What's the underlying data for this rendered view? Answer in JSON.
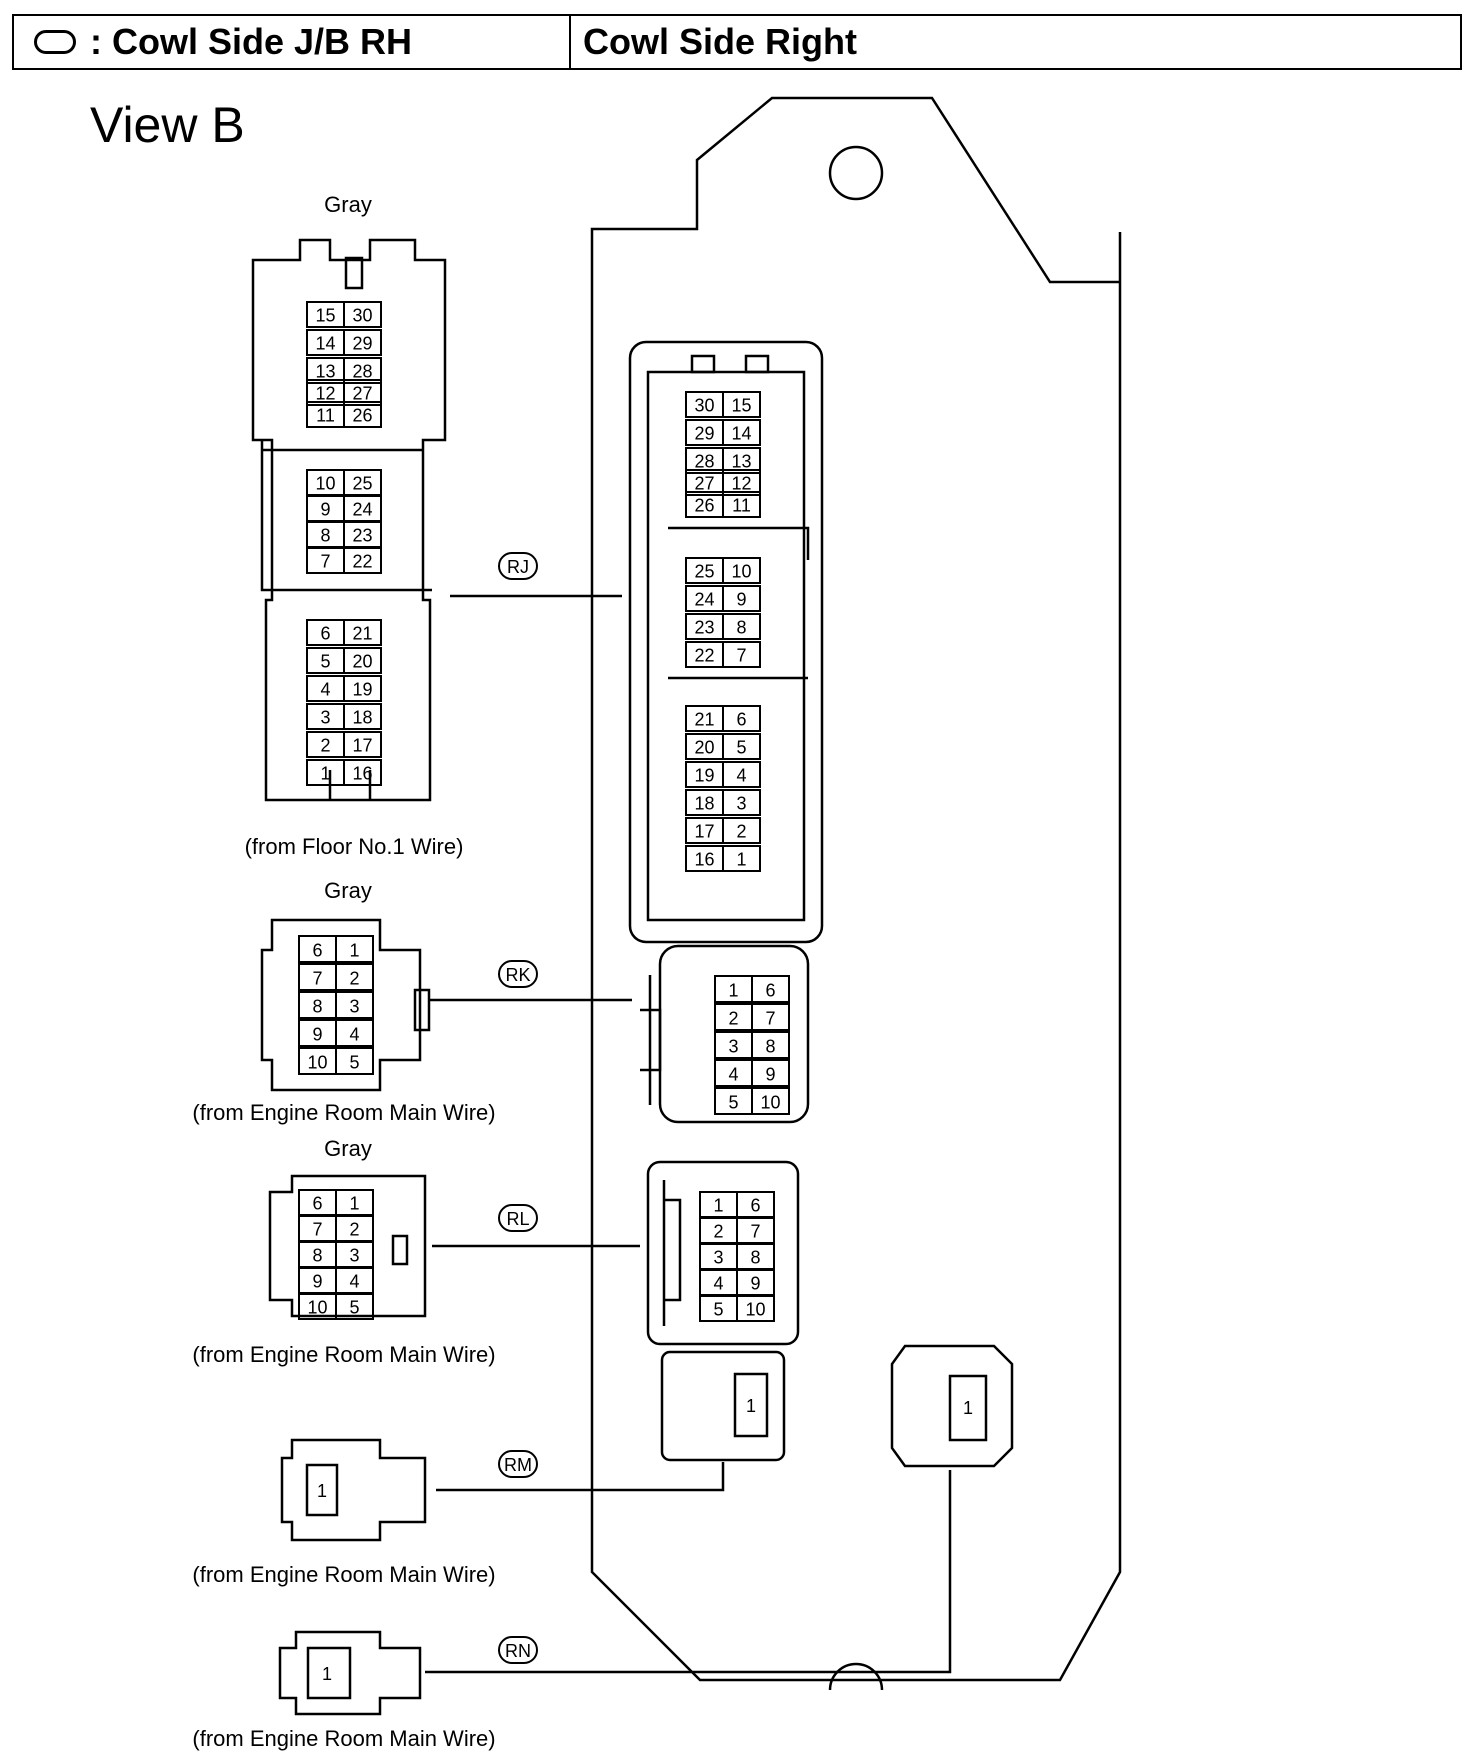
{
  "header": {
    "location_label": ": Cowl Side J/B RH",
    "position_label": "Cowl Side Right"
  },
  "view_title": "View B",
  "connectors": [
    {
      "code": "RJ",
      "color": "Gray",
      "source": "(from Floor No.1 Wire)",
      "harness_pins": [
        [
          "15",
          "30"
        ],
        [
          "14",
          "29"
        ],
        [
          "13",
          "28"
        ],
        [
          "12",
          "27"
        ],
        [
          "11",
          "26"
        ],
        [
          "10",
          "25"
        ],
        [
          "9",
          "24"
        ],
        [
          "8",
          "23"
        ],
        [
          "7",
          "22"
        ],
        [
          "6",
          "21"
        ],
        [
          "5",
          "20"
        ],
        [
          "4",
          "19"
        ],
        [
          "3",
          "18"
        ],
        [
          "2",
          "17"
        ],
        [
          "1",
          "16"
        ]
      ],
      "jb_pins": [
        [
          "30",
          "15"
        ],
        [
          "29",
          "14"
        ],
        [
          "28",
          "13"
        ],
        [
          "27",
          "12"
        ],
        [
          "26",
          "11"
        ],
        [
          "25",
          "10"
        ],
        [
          "24",
          "9"
        ],
        [
          "23",
          "8"
        ],
        [
          "22",
          "7"
        ],
        [
          "21",
          "6"
        ],
        [
          "20",
          "5"
        ],
        [
          "19",
          "4"
        ],
        [
          "18",
          "3"
        ],
        [
          "17",
          "2"
        ],
        [
          "16",
          "1"
        ]
      ]
    },
    {
      "code": "RK",
      "color": "Gray",
      "source": "(from Engine Room Main Wire)",
      "harness_pins": [
        [
          "6",
          "1"
        ],
        [
          "7",
          "2"
        ],
        [
          "8",
          "3"
        ],
        [
          "9",
          "4"
        ],
        [
          "10",
          "5"
        ]
      ],
      "jb_pins": [
        [
          "1",
          "6"
        ],
        [
          "2",
          "7"
        ],
        [
          "3",
          "8"
        ],
        [
          "4",
          "9"
        ],
        [
          "5",
          "10"
        ]
      ]
    },
    {
      "code": "RL",
      "color": "Gray",
      "source": "(from Engine Room Main Wire)",
      "harness_pins": [
        [
          "6",
          "1"
        ],
        [
          "7",
          "2"
        ],
        [
          "8",
          "3"
        ],
        [
          "9",
          "4"
        ],
        [
          "10",
          "5"
        ]
      ],
      "jb_pins": [
        [
          "1",
          "6"
        ],
        [
          "2",
          "7"
        ],
        [
          "3",
          "8"
        ],
        [
          "4",
          "9"
        ],
        [
          "5",
          "10"
        ]
      ]
    },
    {
      "code": "RM",
      "source": "(from Engine Room Main Wire)",
      "harness_pins": [
        "1"
      ],
      "jb_pins": [
        "1"
      ]
    },
    {
      "code": "RN",
      "source": "(from Engine Room Main Wire)",
      "harness_pins": [
        "1"
      ],
      "jb_pins": [
        "1"
      ]
    }
  ]
}
